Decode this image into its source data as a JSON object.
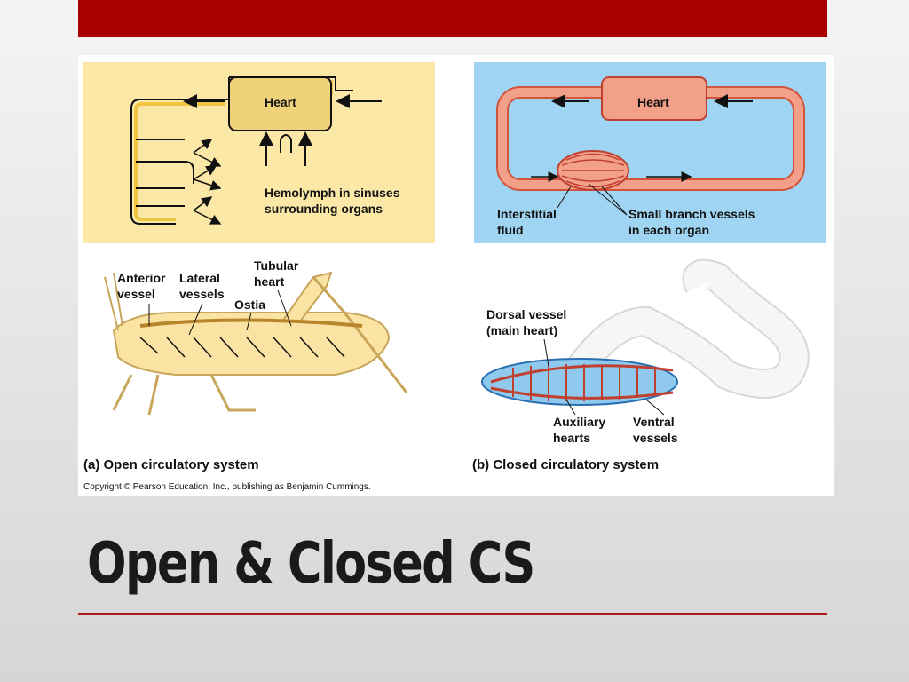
{
  "slide": {
    "title": "Open & Closed CS",
    "accent_color": "#a80000"
  },
  "figure": {
    "open_panel": {
      "heart_label": "Heart",
      "sinus_label_line1": "Hemolymph in sinuses",
      "sinus_label_line2": "surrounding organs",
      "background": "#fbe7a6"
    },
    "closed_panel": {
      "heart_label": "Heart",
      "fluid_label_line1": "Interstitial",
      "fluid_label_line2": "fluid",
      "branch_label_line1": "Small branch vessels",
      "branch_label_line2": "in each organ",
      "background": "#9fd5f2"
    },
    "grasshopper": {
      "anterior_line1": "Anterior",
      "anterior_line2": "vessel",
      "lateral_line1": "Lateral",
      "lateral_line2": "vessels",
      "tubular_line1": "Tubular",
      "tubular_line2": "heart",
      "ostia": "Ostia"
    },
    "earthworm": {
      "dorsal_line1": "Dorsal vessel",
      "dorsal_line2": "(main heart)",
      "auxiliary_line1": "Auxiliary",
      "auxiliary_line2": "hearts",
      "ventral_line1": "Ventral",
      "ventral_line2": "vessels"
    },
    "caption_a": "(a) Open circulatory system",
    "caption_b": "(b) Closed circulatory system",
    "copyright": "Copyright © Pearson Education, Inc., publishing as Benjamin Cummings."
  }
}
